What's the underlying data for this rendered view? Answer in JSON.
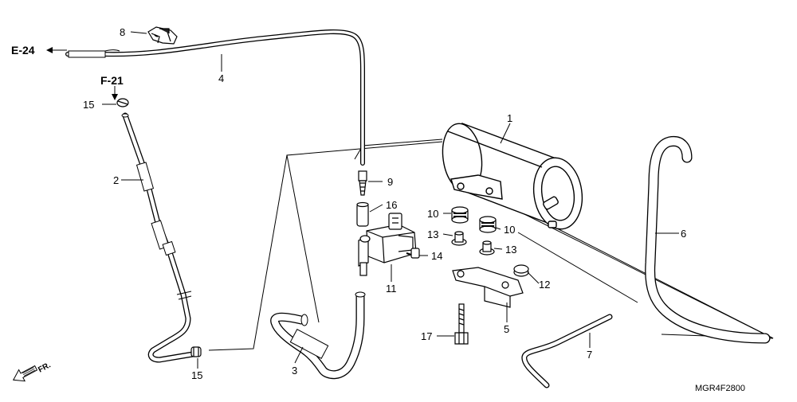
{
  "diagram": {
    "ref_codes": {
      "e24": "E-24",
      "f21": "F-21"
    },
    "direction_label": "FR.",
    "diagram_code": "MGR4F2800",
    "part_labels": {
      "p1": "1",
      "p2": "2",
      "p3": "3",
      "p4": "4",
      "p5": "5",
      "p6": "6",
      "p7": "7",
      "p8": "8",
      "p9": "9",
      "p10a": "10",
      "p10b": "10",
      "p11": "11",
      "p12": "12",
      "p13a": "13",
      "p13b": "13",
      "p14": "14",
      "p15a": "15",
      "p15b": "15",
      "p16": "16",
      "p17": "17"
    }
  }
}
